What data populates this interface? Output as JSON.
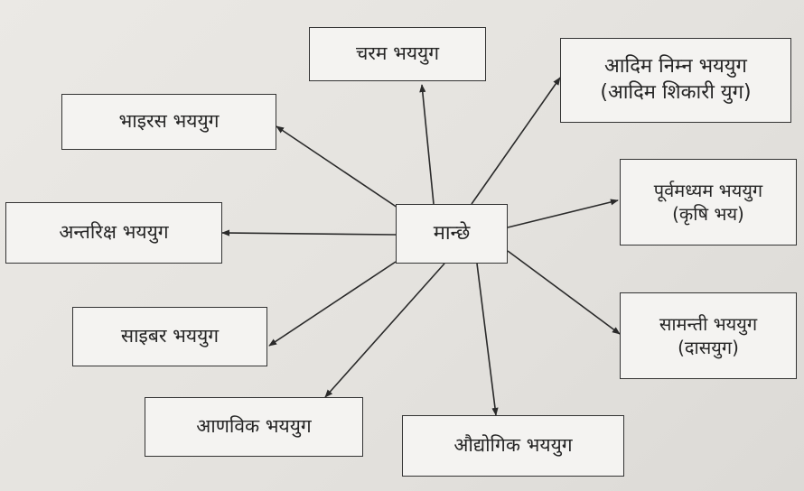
{
  "diagram": {
    "center": {
      "label": "मान्छे"
    },
    "nodes": [
      {
        "id": "charam",
        "lines": [
          "चरम भययुग"
        ]
      },
      {
        "id": "adim",
        "lines": [
          "आदिम निम्न भययुग",
          "(आदिम शिकारी युग)"
        ]
      },
      {
        "id": "purvamadhyam",
        "lines": [
          "पूर्वमध्यम भययुग",
          "(कृषि भय)"
        ]
      },
      {
        "id": "samanti",
        "lines": [
          "सामन्ती भययुग",
          "(दासयुग)"
        ]
      },
      {
        "id": "audyogik",
        "lines": [
          "औद्योगिक भययुग"
        ]
      },
      {
        "id": "aanavik",
        "lines": [
          "आणविक भययुग"
        ]
      },
      {
        "id": "cyber",
        "lines": [
          "साइबर भययुग"
        ]
      },
      {
        "id": "antariksh",
        "lines": [
          "अन्तरिक्ष भययुग"
        ]
      },
      {
        "id": "virus",
        "lines": [
          "भाइरस भययुग"
        ]
      }
    ]
  }
}
